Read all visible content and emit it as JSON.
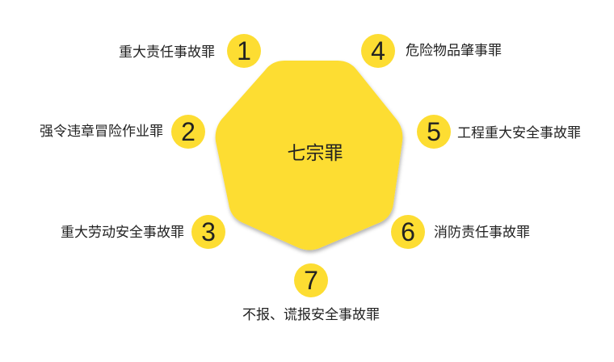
{
  "title": "七宗罪",
  "colors": {
    "accent": "#FDDD32",
    "text": "#222222",
    "background": "#FFFFFF"
  },
  "items": [
    {
      "number": "1",
      "label": "重大责任事故罪"
    },
    {
      "number": "2",
      "label": "强令违章冒险作业罪"
    },
    {
      "number": "3",
      "label": "重大劳动安全事故罪"
    },
    {
      "number": "4",
      "label": "危险物品肇事罪"
    },
    {
      "number": "5",
      "label": "工程重大安全事故罪"
    },
    {
      "number": "6",
      "label": "消防责任事故罪"
    },
    {
      "number": "7",
      "label": "不报、谎报安全事故罪"
    }
  ]
}
